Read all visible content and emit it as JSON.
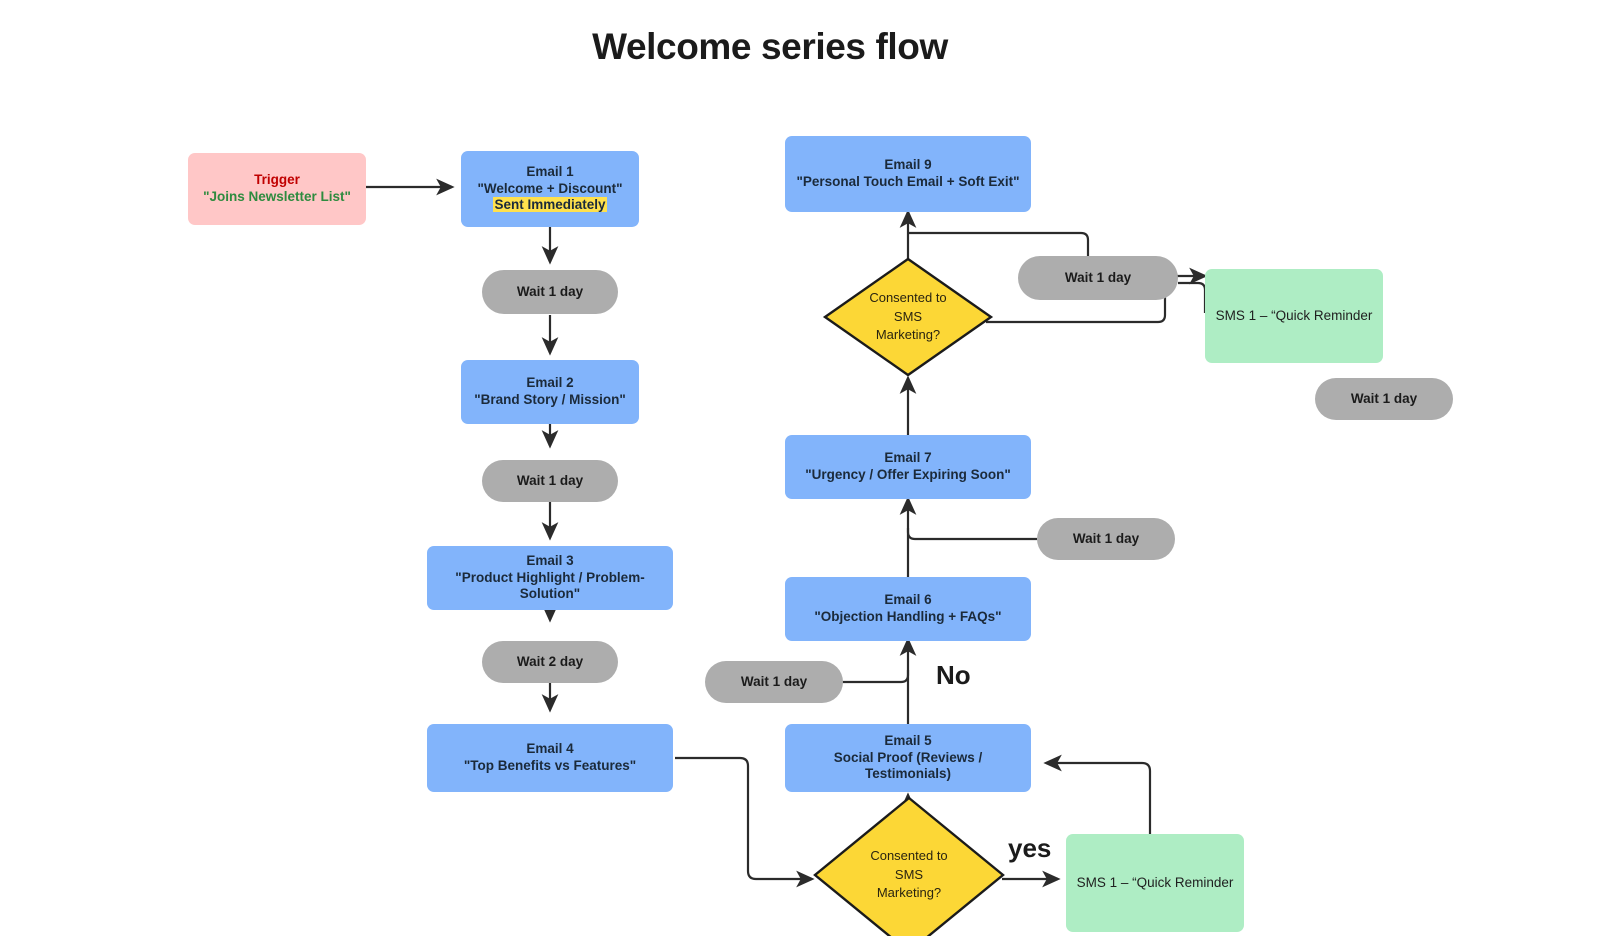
{
  "title": "Welcome series flow",
  "colors": {
    "background": "#ffffff",
    "email_box": "#82b4fb",
    "trigger_box": "#ffc7c7",
    "sms_box": "#aeedc4",
    "wait_pill": "#adadad",
    "decision_diamond": "#fcd736",
    "diamond_stroke": "#1b1b1b",
    "edge": "#2b2b2b",
    "trigger_title_text": "#c00000",
    "trigger_sub_text": "#2e8b3f",
    "highlight": "#ffe14d"
  },
  "nodes": {
    "trigger": {
      "title": "Trigger",
      "subtitle": "\"Joins Newsletter List\""
    },
    "email1": {
      "line1": "Email 1",
      "line2": "\"Welcome + Discount\"",
      "line3": "Sent Immediately"
    },
    "email2": {
      "line1": "Email 2",
      "line2": "\"Brand Story / Mission\""
    },
    "email3": {
      "line1": "Email 3",
      "line2": "\"Product Highlight / Problem-Solution\""
    },
    "email4": {
      "line1": "Email 4",
      "line2": "\"Top Benefits vs Features\""
    },
    "email5": {
      "line1": "Email 5",
      "line2": "Social Proof (Reviews / Testimonials)"
    },
    "email6": {
      "line1": "Email 6",
      "line2": "\"Objection Handling + FAQs\""
    },
    "email7": {
      "line1": "Email 7",
      "line2": "\"Urgency / Offer Expiring Soon\""
    },
    "email9": {
      "line1": "Email 9",
      "line2": "\"Personal Touch Email + Soft Exit\""
    },
    "decision_bottom": {
      "line1": "Consented to",
      "line2": "SMS",
      "line3": "Marketing?"
    },
    "decision_top": {
      "line1": "Consented to",
      "line2": "SMS",
      "line3": "Marketing?"
    },
    "sms_bottom": {
      "label": "SMS 1 – “Quick Reminder"
    },
    "sms_top": {
      "label": "SMS 1 – “Quick Reminder"
    },
    "wait_after_email1": {
      "label": "Wait 1 day"
    },
    "wait_after_email2": {
      "label": "Wait 1 day"
    },
    "wait_after_email3": {
      "label": "Wait 2 day"
    },
    "wait_before_email6": {
      "label": "Wait 1 day"
    },
    "wait_before_email7": {
      "label": "Wait 1 day"
    },
    "wait_before_email9": {
      "label": "Wait 1 day"
    },
    "wait_after_sms_top": {
      "label": "Wait 1 day"
    }
  },
  "branch_labels": {
    "no": "No",
    "yes": "yes"
  }
}
